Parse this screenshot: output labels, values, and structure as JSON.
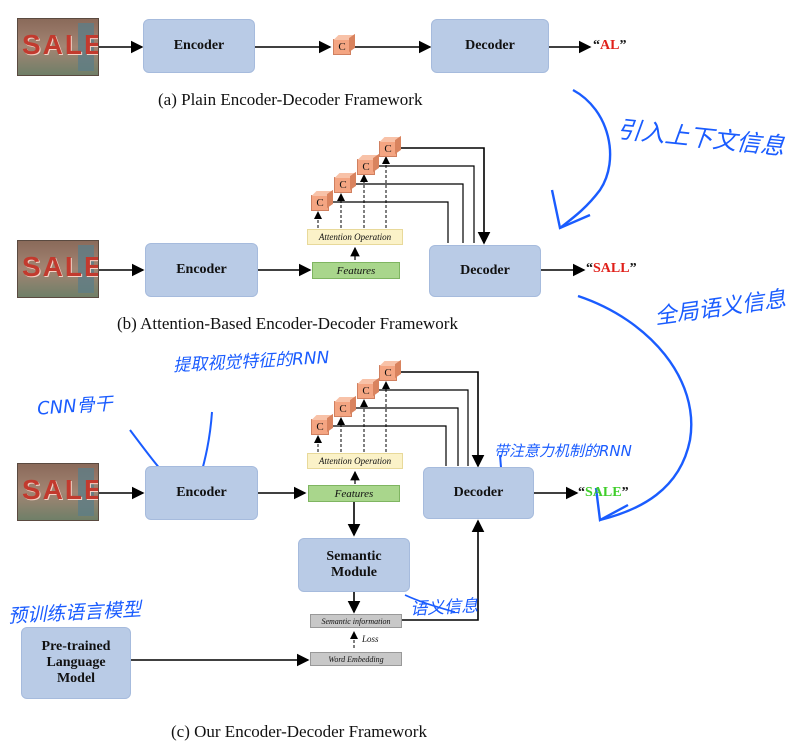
{
  "panel_a": {
    "encoder": "Encoder",
    "c": "C",
    "decoder": "Decoder",
    "output_open": "“",
    "output_text": "AL",
    "output_close": "”",
    "caption": "(a)  Plain Encoder-Decoder Framework"
  },
  "panel_b": {
    "encoder": "Encoder",
    "c": "C",
    "attention": "Attention Operation",
    "features": "Features",
    "decoder": "Decoder",
    "output_open": "“",
    "output_text": "SALL",
    "output_close": "”",
    "caption": "(b)  Attention-Based Encoder-Decoder Framework"
  },
  "panel_c": {
    "encoder": "Encoder",
    "c": "C",
    "attention": "Attention Operation",
    "features": "Features",
    "decoder": "Decoder",
    "output_open": "“",
    "output_text": "SALE",
    "output_close": "”",
    "semantic_module": "Semantic Module",
    "semantic_information": "Semantic information",
    "loss": "Loss",
    "word_embedding": "Word Embedding",
    "plm": "Pre-trained Language Model",
    "caption": "(c)  Our Encoder-Decoder Framework"
  },
  "image_text": "SALE",
  "handwritten": {
    "introduce_context": "引入上下文信息",
    "global_semantic": "全局语义信息",
    "cnn_backbone": "CNN骨干",
    "extract_visual": "提取视觉特征的RNN",
    "attention_rnn": "带注意力机制的RNN",
    "semantic_info": "语义信息",
    "pretrained_lm": "预训练语言模型"
  },
  "colors": {
    "box_fill": "#b9cbe6",
    "output_red": "#e0201a",
    "output_green": "#3fce2a",
    "handwriting": "#1a5cff"
  }
}
